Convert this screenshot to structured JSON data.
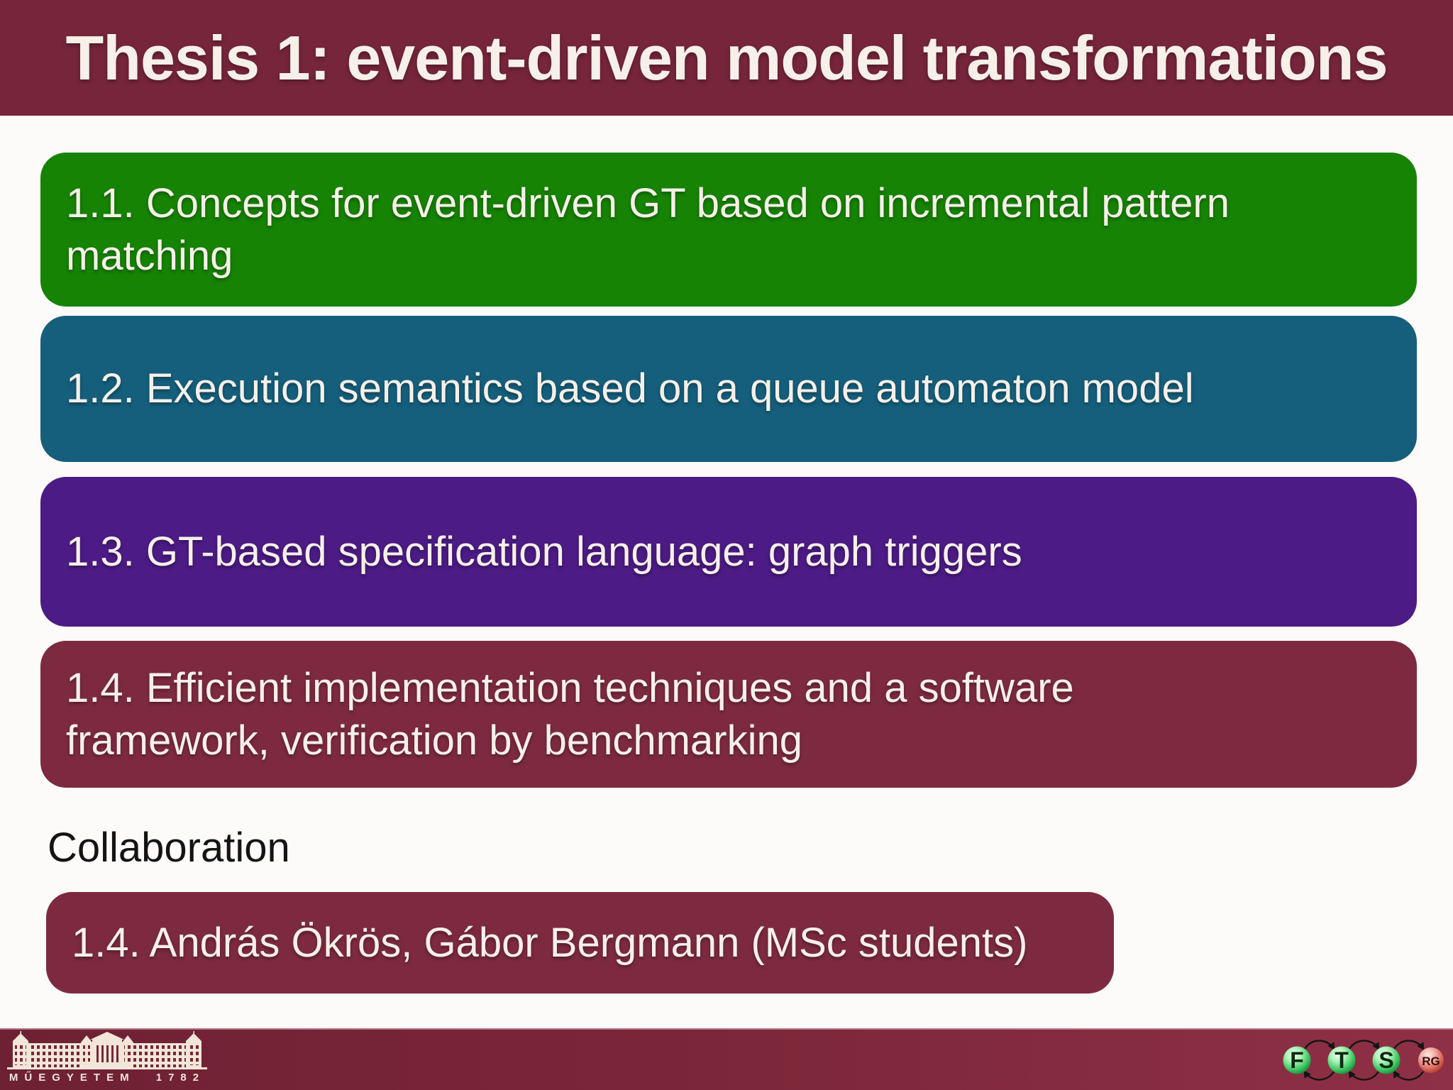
{
  "slide": {
    "title": "Thesis 1: event-driven model transformations"
  },
  "colors": {
    "title_bar": "#76253B",
    "background": "#FCFBFA",
    "box_green": "#168304",
    "box_teal": "#155F7C",
    "box_purple": "#4C1B85",
    "box_maroon": "#7D2A40",
    "footer_gradient_left": "#6E2133",
    "footer_gradient_right": "#8E3046",
    "slide_text": "#F6F0E9",
    "heading_text": "#141414",
    "logo_cream": "#F1E6D8"
  },
  "thesis_points": [
    {
      "label": "1.1. Concepts for event-driven GT based on incremental pattern\nmatching"
    },
    {
      "label": "1.2. Execution semantics based on a queue automaton model"
    },
    {
      "label": "1.3. GT-based specification language: graph triggers"
    },
    {
      "label": "1.4. Efficient implementation techniques and a software\nframework, verification by benchmarking"
    }
  ],
  "collaboration": {
    "heading": "Collaboration",
    "entry": "1.4. András Ökrös, Gábor Bergmann (MSc students)"
  },
  "footer": {
    "university_logo_caption": "MŰEGYETEM 1782",
    "ftsrg": {
      "letters": [
        "F",
        "T",
        "S",
        "RG"
      ]
    }
  }
}
